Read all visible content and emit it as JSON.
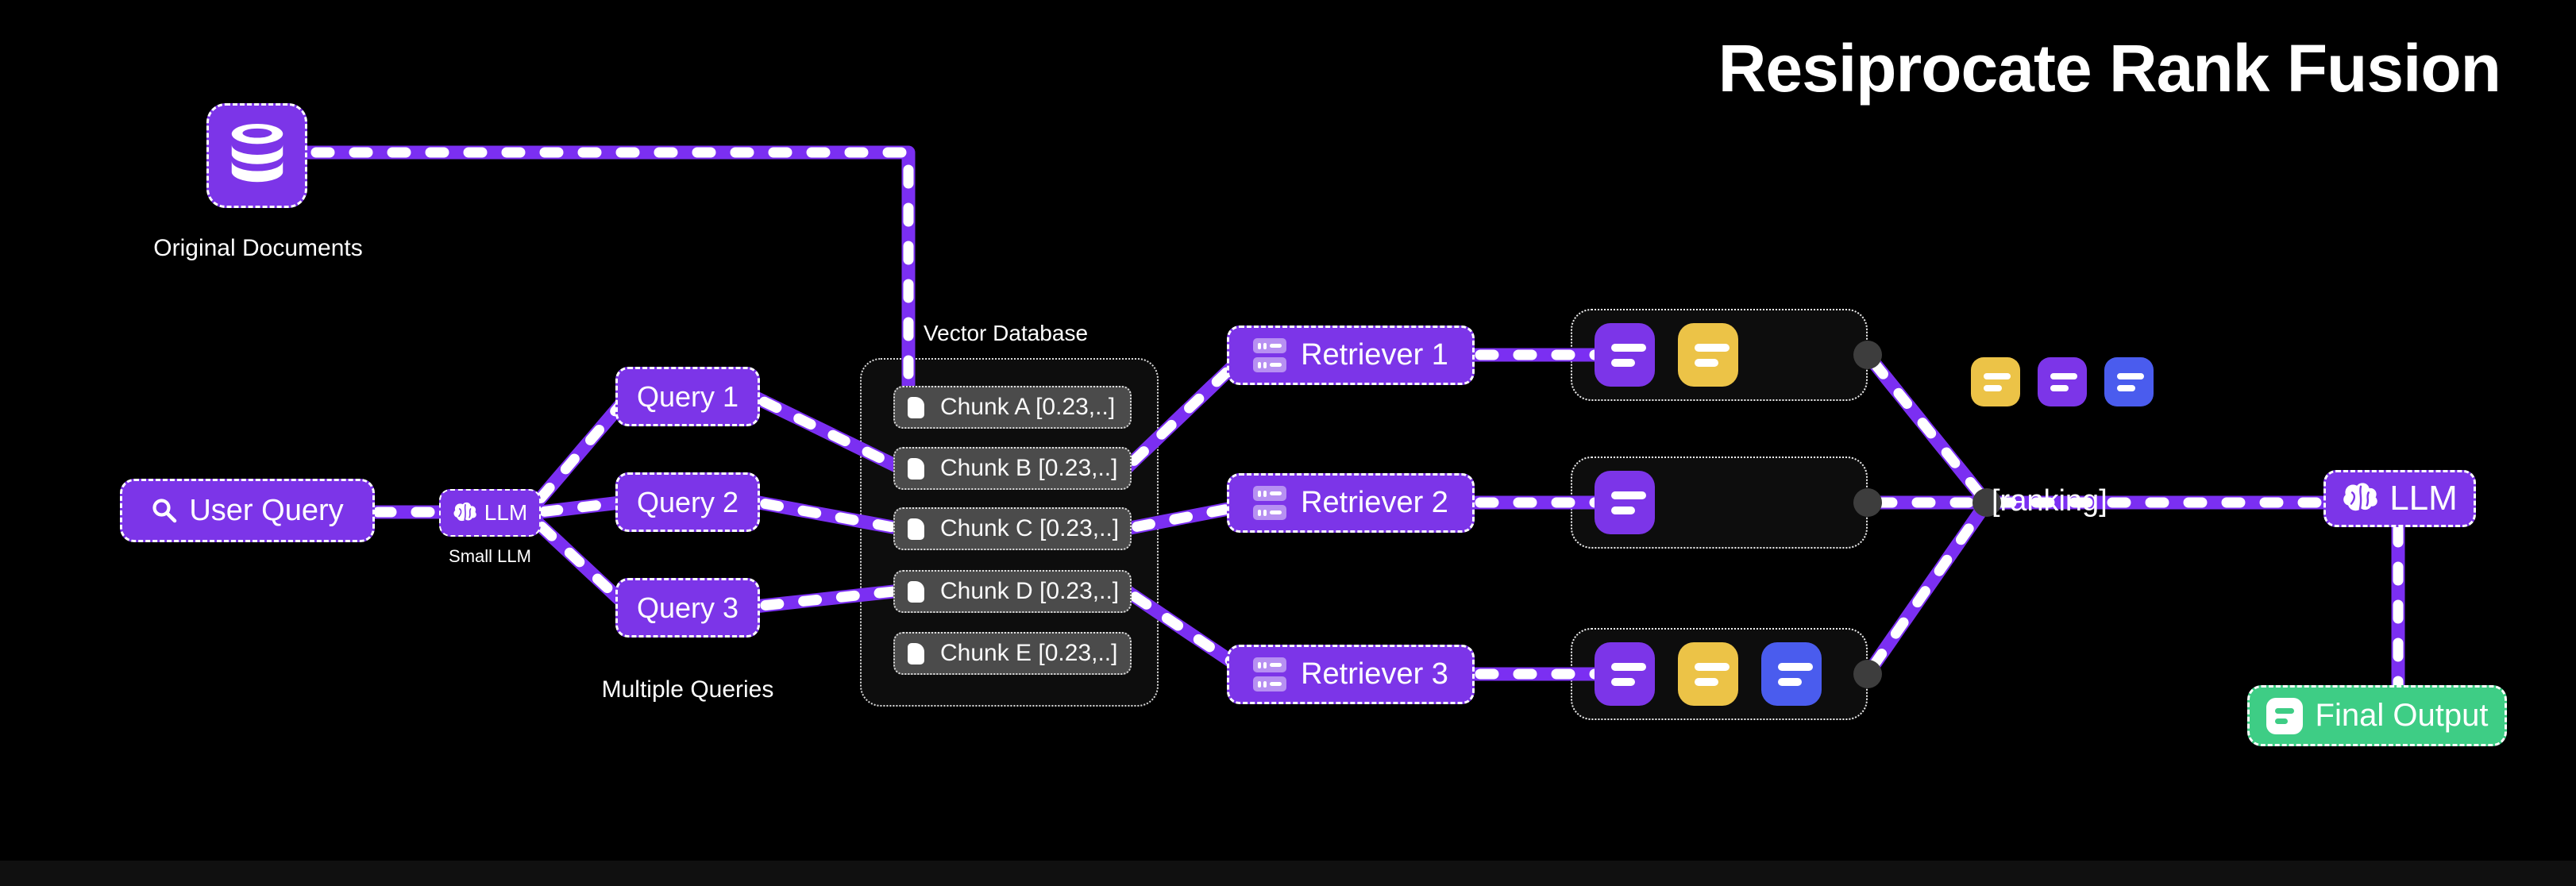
{
  "title": "Resiprocate Rank Fusion",
  "colors": {
    "background": "#000000",
    "node_purple": "#7c35e8",
    "line_purple": "#7b2ff2",
    "doc_yellow": "#ecc347",
    "doc_blue": "#4a5cee",
    "final_output_green": "#3ecd85",
    "chunk_gray": "#4b4b4b",
    "junction_gray": "#3d3d3d"
  },
  "icons": {
    "original_documents": "database-icon",
    "user_query": "search-icon",
    "small_llm": "brain-icon",
    "retriever": "server-stack-icon",
    "chunk": "file-icon",
    "result_doc": "document-icon",
    "llm": "brain-icon",
    "final_output": "document-icon"
  },
  "nodes": {
    "original_documents": {
      "label": "Original Documents"
    },
    "user_query": {
      "label": "User Query"
    },
    "small_llm": {
      "label": "LLM",
      "sublabel": "Small LLM"
    },
    "queries": [
      {
        "label": "Query 1"
      },
      {
        "label": "Query 2"
      },
      {
        "label": "Query 3"
      }
    ],
    "queries_caption": "Multiple Queries",
    "vector_database": {
      "label": "Vector Database",
      "chunks": [
        "Chunk A [0.23,..]",
        "Chunk B [0.23,..]",
        "Chunk C [0.23,..]",
        "Chunk D [0.23,..]",
        "Chunk E [0.23,..]"
      ]
    },
    "retrievers": [
      {
        "label": "Retriever 1"
      },
      {
        "label": "Retriever 2"
      },
      {
        "label": "Retriever 3"
      }
    ],
    "results": [
      {
        "docs": [
          "purple",
          "yellow"
        ]
      },
      {
        "docs": [
          "purple"
        ]
      },
      {
        "docs": [
          "purple",
          "yellow",
          "blue"
        ]
      }
    ],
    "ranking": {
      "label": "[ranking]",
      "docs": [
        "yellow",
        "purple",
        "blue"
      ]
    },
    "llm": {
      "label": "LLM"
    },
    "final_output": {
      "label": "Final Output"
    }
  }
}
